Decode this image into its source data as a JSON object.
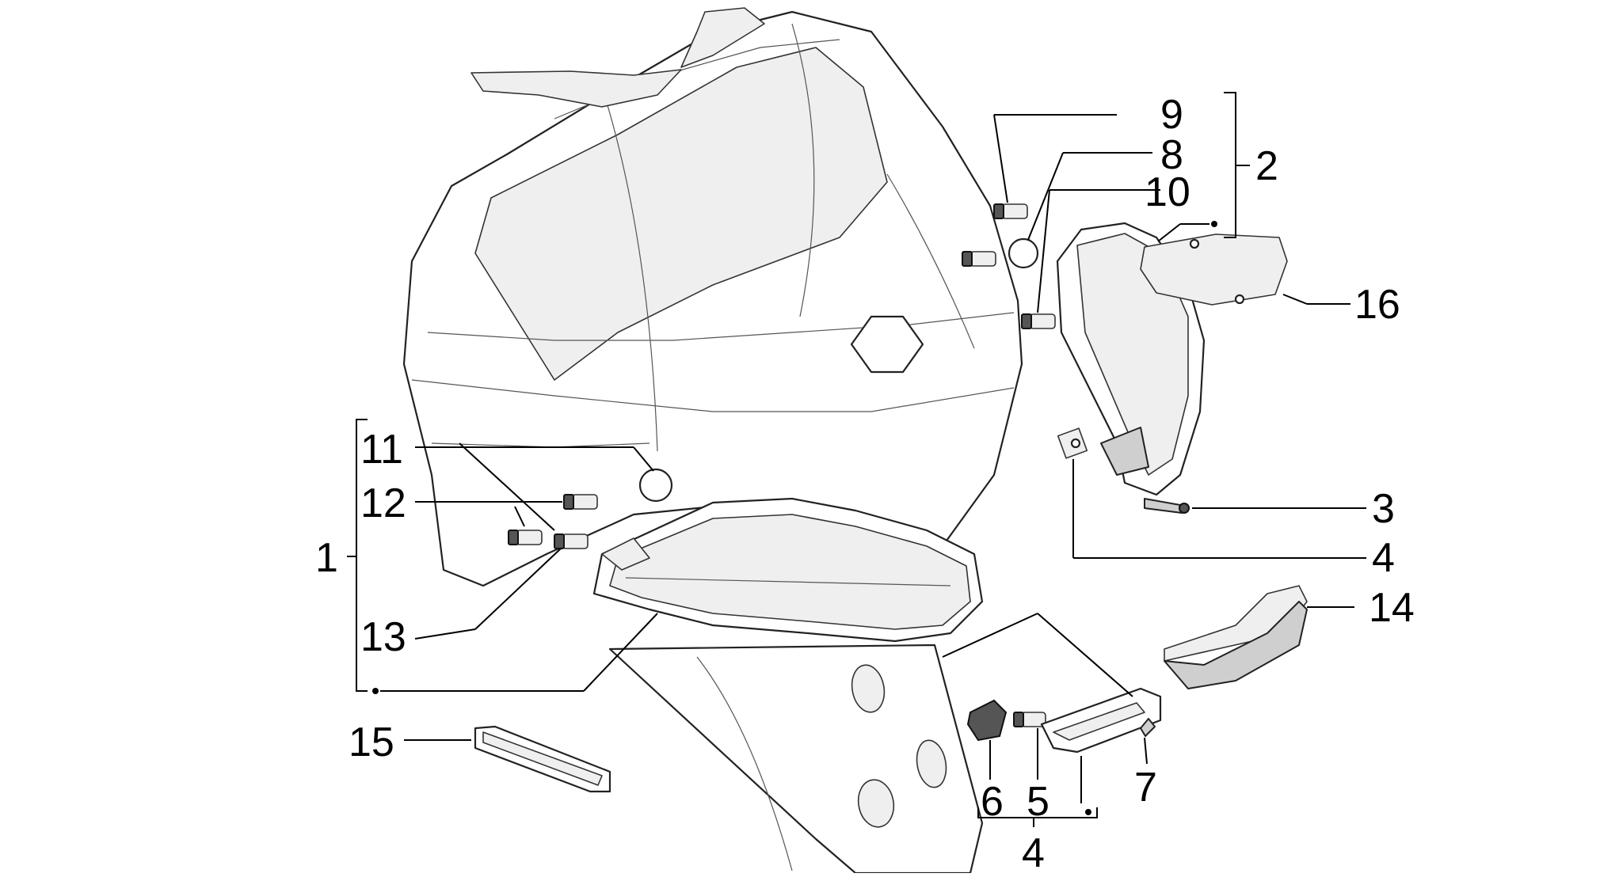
{
  "labels": {
    "n1": "1",
    "n2": "2",
    "n3": "3",
    "n4a": "4",
    "n4b": "4",
    "n5": "5",
    "n6": "6",
    "n7": "7",
    "n8": "8",
    "n9": "9",
    "n10": "10",
    "n11": "11",
    "n12": "12",
    "n13": "13",
    "n14": "14",
    "n15": "15",
    "n16": "16"
  }
}
